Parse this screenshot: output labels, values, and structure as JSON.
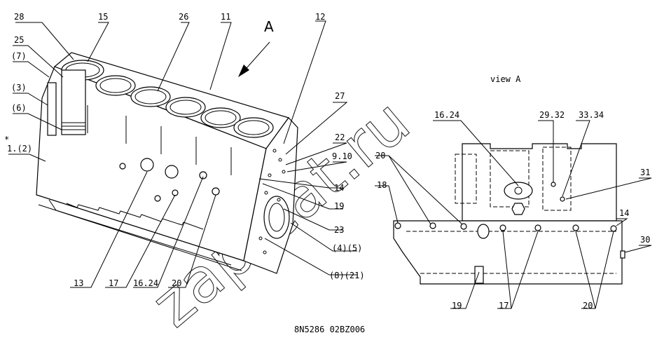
{
  "view_label": "view A",
  "arrow_letter": "A",
  "footer_code": "8N5286  02BZ006",
  "watermark": "zap-cat.ru",
  "callouts_left": {
    "c28": "28",
    "c15": "15",
    "c26": "26",
    "c11": "11",
    "c12": "12",
    "c25": "25",
    "c7": "(7)",
    "c3": "(3)",
    "c6": "(6)",
    "c1_2": "1.(2)",
    "c1_star": "*",
    "c27": "27",
    "c22": "22",
    "c9_10": "9.10",
    "c14": "14",
    "c19": "19",
    "c23": "23",
    "c4_5": "(4)(5)",
    "c8_21": "(8)(21)",
    "c13": "13",
    "c17": "17",
    "c16_24": "16.24",
    "c20": "20"
  },
  "callouts_right": {
    "c16_24": "16.24",
    "c29_32": "29.32",
    "c33_34": "33.34",
    "c20": "20",
    "c18": "18",
    "c31": "31",
    "c14": "14",
    "c30": "30",
    "c19": "19",
    "c17": "17",
    "c20b": "20"
  }
}
